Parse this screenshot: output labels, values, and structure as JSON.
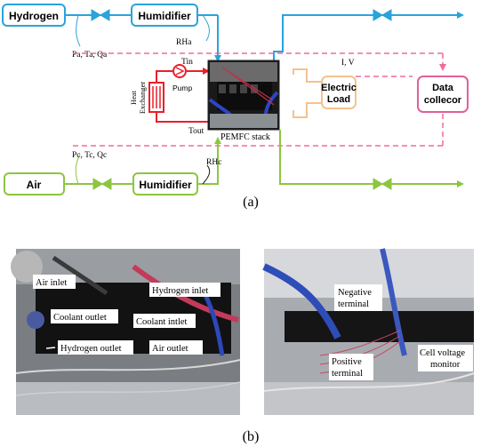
{
  "panel_a": {
    "caption": "(a)",
    "boxes": {
      "hydrogen": "Hydrogen",
      "humidifier_top": "Humidifier",
      "air": "Air",
      "humidifier_bottom": "Humidifier",
      "electric_load_line1": "Electric",
      "electric_load_line2": "Load",
      "data_collector_line1": "Data",
      "data_collector_line2": "collecor"
    },
    "labels": {
      "anode_sensors": "Pa, Ta, Qa",
      "cathode_sensors": "Pc, Tc, Qc",
      "rh_anode": "RHa",
      "rh_cathode": "RHc",
      "t_in": "Tin",
      "t_out": "Tout",
      "pump": "Pump",
      "heat_exchanger_line1": "Heat",
      "heat_exchanger_line2": "Exchanger",
      "current_voltage": "I, V",
      "stack": "PEMFC stack"
    },
    "colors": {
      "hydrogen_line": "#29a3db",
      "air_line": "#8cc63f",
      "coolant_line": "#e8202a",
      "load_box": "#f5c28f",
      "data_box": "#e0609a",
      "signal_dash": "#f06b9c"
    }
  },
  "panel_b": {
    "caption": "(b)",
    "left_photo_labels": [
      "Air inlet",
      "Hydrogen inlet",
      "Coolant outlet",
      "Coolant intlet",
      "Hydrogen outlet",
      "Air outlet"
    ],
    "right_photo_labels": [
      "Negative",
      "terminal",
      "Positive",
      "terminal",
      "Cell voltage",
      "monitor"
    ]
  }
}
